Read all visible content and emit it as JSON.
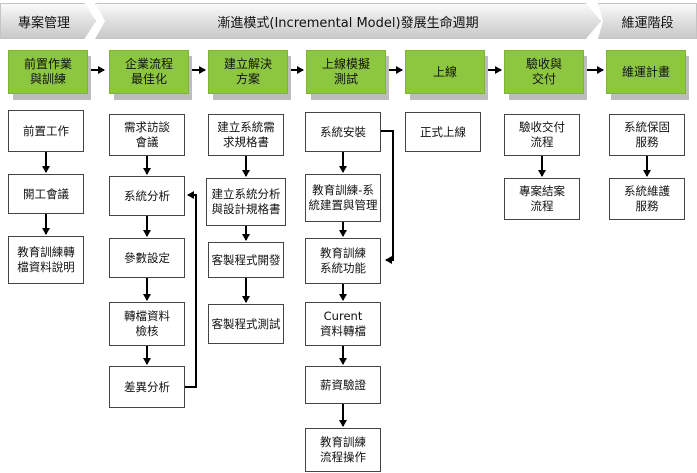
{
  "header": {
    "left": "專案管理",
    "middle": "漸進模式(Incremental Model)發展生命週期",
    "right": "維運階段"
  },
  "phases": [
    "前置作業\n與訓練",
    "企業流程\n最佳化",
    "建立解決\n方案",
    "上線模擬\n測試",
    "上線",
    "驗收與\n交付",
    "維運計畫"
  ],
  "columns": {
    "col1": [
      "前置工作",
      "開工會議",
      "教育訓練轉\n檔資料說明"
    ],
    "col2": [
      "需求訪談\n會議",
      "系統分析",
      "參數設定",
      "轉檔資料\n檢核",
      "差異分析"
    ],
    "col3": [
      "建立系統需\n求規格書",
      "建立系統分析\n與設計規格書",
      "客製程式開發",
      "客製程式測試"
    ],
    "col4": [
      "系統安裝",
      "教育訓練-系\n統建置與管理",
      "教育訓練\n系統功能",
      "Curent\n資料轉檔",
      "薪資驗證",
      "教育訓練\n流程操作"
    ],
    "col5": [
      "正式上線"
    ],
    "col6": [
      "驗收交付\n流程",
      "專案結案\n流程"
    ],
    "col7": [
      "系統保固\n服務",
      "系統維護\n服務"
    ]
  },
  "colors": {
    "phase_fill": "#8dc63f",
    "phase_shadow": "#bdbdbd",
    "header_gradient_top": "#fbfbfb",
    "header_gradient_bottom": "#c9c9c9",
    "line": "#000000"
  }
}
